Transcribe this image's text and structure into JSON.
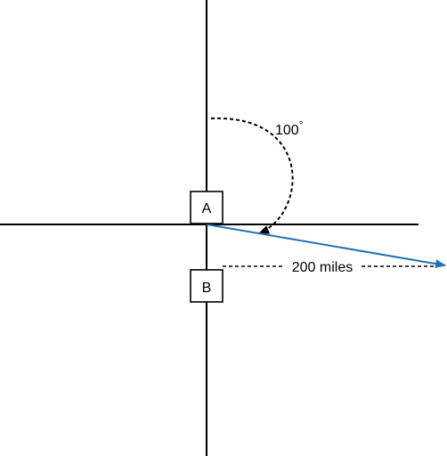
{
  "diagram": {
    "angle_label": "100",
    "angle_unit": "°",
    "distance_label": "200 miles",
    "point_a_label": "A",
    "point_b_label": "B"
  },
  "colors": {
    "axis": "#000000",
    "bearing_vector": "#2272b5",
    "background": "#ffffff"
  }
}
